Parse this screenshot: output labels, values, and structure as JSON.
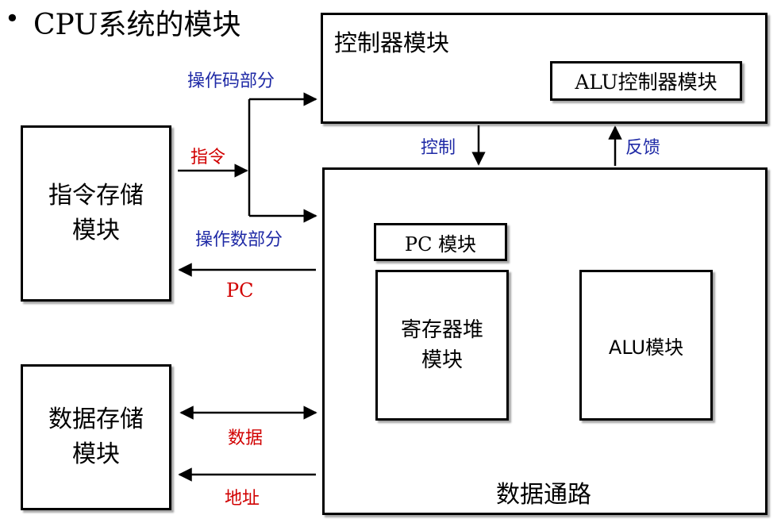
{
  "title": {
    "bullet": "•",
    "text": "CPU系统的模块"
  },
  "modules": {
    "controller": "控制器模块",
    "alu_controller": "ALU控制器模块",
    "instruction_memory": [
      "指令存储",
      "模块"
    ],
    "data_memory": [
      "数据存储",
      "模块"
    ],
    "datapath": "数据通路",
    "pc": "PC 模块",
    "register_file": [
      "寄存器堆",
      "模块"
    ],
    "alu": "ALU模块"
  },
  "signals": {
    "opcode": "操作码部分",
    "instruction": "指令",
    "operand": "操作数部分",
    "pc": "PC",
    "control": "控制",
    "feedback": "反馈",
    "data": "数据",
    "address": "地址"
  },
  "colors": {
    "blue": "#1f2aa6",
    "red": "#d10000"
  }
}
